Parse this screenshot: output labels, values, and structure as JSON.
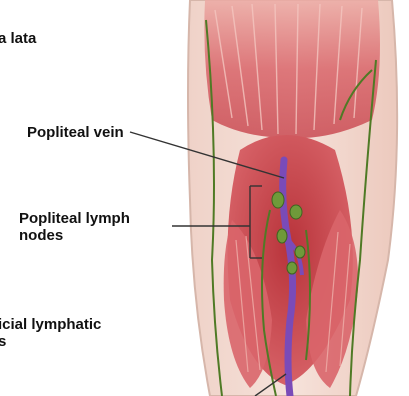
{
  "labels": {
    "fascia_lata": "a lata",
    "popliteal_vein": "Popliteal vein",
    "popliteal_lymph_nodes_line1": "Popliteal lymph",
    "popliteal_lymph_nodes_line2": "nodes",
    "superficial_lymphatic_line1": "icial lymphatic",
    "superficial_lymphatic_line2": "s"
  },
  "colors": {
    "skin": "#f3d9d0",
    "muscle": "#d9656a",
    "muscle_light": "#ecaaa4",
    "deep_muscle": "#b8333a",
    "vein": "#7a4bb8",
    "lymph": "#4f7a25",
    "leader": "#333333"
  }
}
